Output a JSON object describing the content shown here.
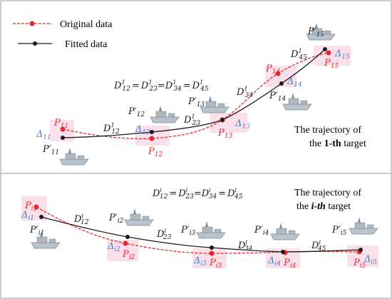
{
  "colors": {
    "original": "#e8282b",
    "fitted": "#1c1c1c",
    "delta": "#4a7fc4",
    "ship_hull": "#b9c3cc",
    "ship_dark": "#7f8a94",
    "highlight": "#f6d3e3",
    "frame": "#9a9a9a"
  },
  "legend": {
    "original_label": "Original data",
    "fitted_label": "Fitted data"
  },
  "top_panel": {
    "equation": {
      "base": "D",
      "terms": [
        {
          "sub": "12",
          "sup": "1"
        },
        {
          "sub": "23",
          "sup": "1"
        },
        {
          "sub": "34",
          "sup": "1"
        },
        {
          "sub": "45",
          "sup": "1"
        }
      ],
      "ops": [
        "=",
        "=",
        "="
      ]
    },
    "caption_line1": "The trajectory of",
    "caption_line2_pre": "the ",
    "caption_line2_bold": "1-th",
    "caption_line2_post": " target",
    "original_points": [
      {
        "base": "P",
        "sub": "11"
      },
      {
        "base": "P",
        "sub": "12"
      },
      {
        "base": "P",
        "sub": "13"
      },
      {
        "base": "P",
        "sub": "14"
      },
      {
        "base": "P",
        "sub": "15"
      }
    ],
    "fitted_points": [
      {
        "base": "P′",
        "sub": "11"
      },
      {
        "base": "P′",
        "sub": "12"
      },
      {
        "base": "P′",
        "sub": "13"
      },
      {
        "base": "P′",
        "sub": "14"
      },
      {
        "base": "P′",
        "sub": "15"
      }
    ],
    "deltas": [
      {
        "base": "Δ",
        "sub": "11"
      },
      {
        "base": "Δ",
        "sub": "12"
      },
      {
        "base": "Δ",
        "sub": "13"
      },
      {
        "base": "Δ",
        "sub": "14"
      },
      {
        "base": "Δ",
        "sub": "15"
      }
    ],
    "distances": [
      {
        "base": "D",
        "sub": "12",
        "sup": "1"
      },
      {
        "base": "D",
        "sub": "23",
        "sup": "1"
      },
      {
        "base": "D",
        "sub": "34",
        "sup": "1"
      },
      {
        "base": "D",
        "sub": "45",
        "sup": "1"
      }
    ]
  },
  "bottom_panel": {
    "equation": {
      "base": "D",
      "terms": [
        {
          "sub": "12",
          "sup": "i"
        },
        {
          "sub": "23",
          "sup": "i"
        },
        {
          "sub": "34",
          "sup": "i"
        },
        {
          "sub": "45",
          "sup": "i"
        }
      ],
      "ops": [
        "=",
        "=",
        "="
      ]
    },
    "caption_line1": "The trajectory of",
    "caption_line2_pre": "the ",
    "caption_line2_bold": "i-th",
    "caption_line2_post": " target",
    "original_points": [
      {
        "base": "P",
        "sub": "i1"
      },
      {
        "base": "P",
        "sub": "i2"
      },
      {
        "base": "P",
        "sub": "i3"
      },
      {
        "base": "P",
        "sub": "i4"
      },
      {
        "base": "P",
        "sub": "i5"
      }
    ],
    "fitted_points": [
      {
        "base": "P′",
        "sub": "i1"
      },
      {
        "base": "P′",
        "sub": "i2"
      },
      {
        "base": "P′",
        "sub": "i3"
      },
      {
        "base": "P′",
        "sub": "i4"
      },
      {
        "base": "P′",
        "sub": "i5"
      }
    ],
    "deltas": [
      {
        "base": "Δ",
        "sub": "i1"
      },
      {
        "base": "Δ",
        "sub": "i2"
      },
      {
        "base": "Δ",
        "sub": "i3"
      },
      {
        "base": "Δ",
        "sub": "i4"
      },
      {
        "base": "Δ",
        "sub": "i5"
      }
    ],
    "distances": [
      {
        "base": "D",
        "sub": "12",
        "sup": "i"
      },
      {
        "base": "D",
        "sub": "23",
        "sup": "i"
      },
      {
        "base": "D",
        "sub": "34",
        "sup": "i"
      },
      {
        "base": "D",
        "sub": "45",
        "sup": "i"
      }
    ]
  }
}
